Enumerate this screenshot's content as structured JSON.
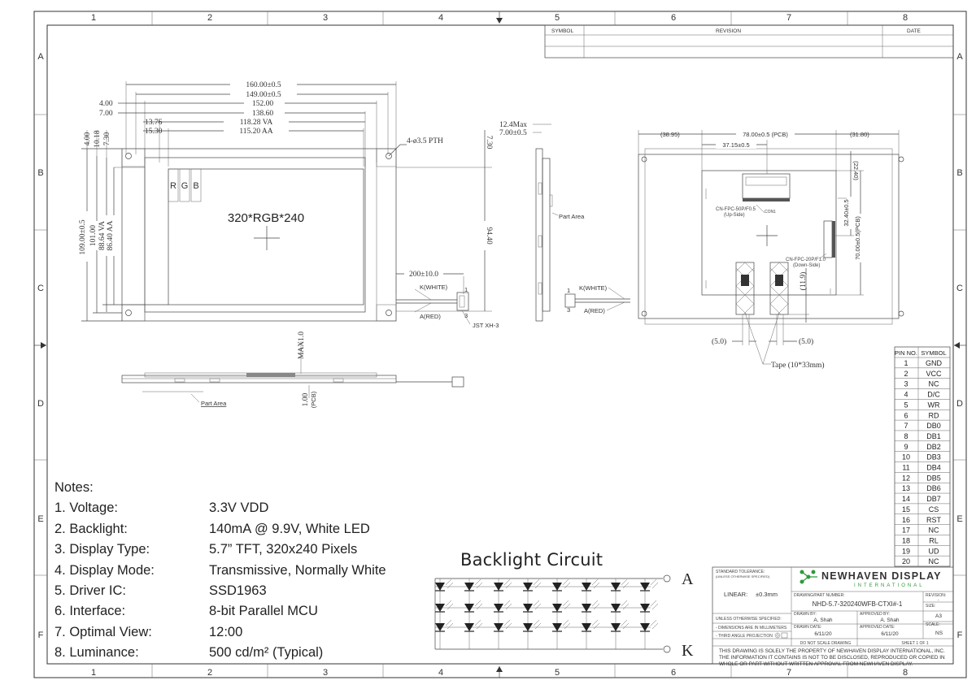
{
  "sheet": {
    "zone_columns": [
      "1",
      "2",
      "3",
      "4",
      "5",
      "6",
      "7",
      "8"
    ],
    "zone_rows": [
      "A",
      "B",
      "C",
      "D",
      "E",
      "F"
    ]
  },
  "revision_table": {
    "col_symbol": "SYMBOL",
    "col_revision": "REVISION",
    "col_date": "DATE"
  },
  "front_view": {
    "dims_top": [
      "160.00±0.5",
      "149.00±0.5",
      "152.00",
      "138.60",
      "118.28 VA",
      "115.20 AA"
    ],
    "dims_left_top": [
      "4.00",
      "7.00",
      "13.76",
      "15.30"
    ],
    "dims_vertical": [
      "109.00±0.5",
      "101.00",
      "88.64 VA",
      "86.40 AA"
    ],
    "dims_vertical_small": [
      "4.00",
      "10.18",
      "7.30"
    ],
    "hole_callout": "4-ø3.5 PTH",
    "rgb_letters": [
      "R",
      "G",
      "B"
    ],
    "center_label": "320*RGB*240",
    "dim_right_top": "7.30",
    "dim_right_height": "94.40",
    "cable_length": "200±10.0",
    "cable_k": "K(WHITE)",
    "cable_a": "A(RED)",
    "pin_1": "1",
    "pin_3": "3",
    "connector": "JST XH-3"
  },
  "bottom_view": {
    "max_height": "MAX1.0",
    "part_area": "Part Area",
    "pcb_thickness": "1.00",
    "pcb_label": "(PCB)"
  },
  "side_view": {
    "dim_thickness": "12.4Max",
    "dim_offset": "7.00±0.5",
    "part_area": "Part Area",
    "cable_k": "K(WHITE)",
    "cable_a": "A(RED)",
    "pin_1": "1",
    "pin_3": "3"
  },
  "rear_view": {
    "dim_left": "(38.95)",
    "dim_pcb_width": "78.00±0.5 (PCB)",
    "dim_right": "(31.80)",
    "dim_offset": "37.15±0.5",
    "dim_top_right": "(22.40)",
    "dim_height_a": "32.40±0.5",
    "dim_pcb_height": "70.00±0.5(PCB)",
    "fpc_top": "CN-FPC-50P/F0.5",
    "fpc_top_side": "(Up-Side)",
    "con1": "CON1",
    "fpc_right": "CN-FPC-20P/F1.0",
    "fpc_right_side": "(Down-Side)",
    "dim_11_9": "(11.9)",
    "dim_5_left": "(5.0)",
    "dim_5_right": "(5.0)",
    "tape": "Tape (10*33mm)"
  },
  "pin_table": {
    "header_no": "PIN NO.",
    "header_symbol": "SYMBOL",
    "rows": [
      {
        "no": "1",
        "sym": "GND"
      },
      {
        "no": "2",
        "sym": "VCC"
      },
      {
        "no": "3",
        "sym": "NC"
      },
      {
        "no": "4",
        "sym": "D/C"
      },
      {
        "no": "5",
        "sym": "WR"
      },
      {
        "no": "6",
        "sym": "RD"
      },
      {
        "no": "7",
        "sym": "DB0"
      },
      {
        "no": "8",
        "sym": "DB1"
      },
      {
        "no": "9",
        "sym": "DB2"
      },
      {
        "no": "10",
        "sym": "DB3"
      },
      {
        "no": "11",
        "sym": "DB4"
      },
      {
        "no": "12",
        "sym": "DB5"
      },
      {
        "no": "13",
        "sym": "DB6"
      },
      {
        "no": "14",
        "sym": "DB7"
      },
      {
        "no": "15",
        "sym": "CS"
      },
      {
        "no": "16",
        "sym": "RST"
      },
      {
        "no": "17",
        "sym": "NC"
      },
      {
        "no": "18",
        "sym": "RL"
      },
      {
        "no": "19",
        "sym": "UD"
      },
      {
        "no": "20",
        "sym": "NC"
      }
    ]
  },
  "notes": {
    "title": "Notes:",
    "items": [
      {
        "label": "1. Voltage:",
        "value": "3.3V VDD"
      },
      {
        "label": "2. Backlight:",
        "value": "140mA @ 9.9V, White LED"
      },
      {
        "label": "3. Display Type:",
        "value": "5.7” TFT, 320x240 Pixels"
      },
      {
        "label": "4. Display Mode:",
        "value": "Transmissive, Normally White"
      },
      {
        "label": "5. Driver IC:",
        "value": "SSD1963"
      },
      {
        "label": "6. Interface:",
        "value": "8-bit Parallel MCU"
      },
      {
        "label": "7. Optimal View:",
        "value": "12:00"
      },
      {
        "label": "8. Luminance:",
        "value": "500 cd/m² (Typical)"
      }
    ]
  },
  "backlight_circuit": {
    "title": "Backlight Circuit",
    "anode": "A",
    "cathode": "K"
  },
  "title_block": {
    "tolerance_title": "STANDARD TOLERANCE:",
    "tolerance_sub": "(UNLESS OTHERWISE SPECIFIED)",
    "linear_label": "LINEAR:",
    "linear_value": "±0.3mm",
    "unless": "UNLESS OTHERWISE SPECIFIED:",
    "dimensions": "- DIMENSIONS ARE IN MILLIMETERS",
    "projection": "- THIRD ANGLE PROJECTION",
    "company": "NEWHAVEN DISPLAY",
    "company_sub": "INTERNATIONAL",
    "part_label": "DRAWING/PART NUMBER:",
    "part_number": "NHD-5.7-320240WFB-CTXI#-1",
    "revision_label": "REVISION:",
    "revision_value": "-",
    "size_label": "SIZE:",
    "size_value": "A3",
    "drawn_by_label": "DRAWN BY:",
    "drawn_by": "A. Shah",
    "approved_by_label": "APPROVED BY:",
    "approved_by": "A. Shah",
    "drawn_date_label": "DRAWN DATE:",
    "drawn_date": "6/11/20",
    "approved_date_label": "APPROVED DATE:",
    "approved_date": "6/11/20",
    "scale_label": "SCALE:",
    "scale_value": "NS",
    "do_not_scale": "DO NOT SCALE DRAWING",
    "sheet": "SHEET 1 OF 1",
    "disclaimer_1": "THIS DRAWING IS SOLELY THE PROPERTY OF NEWHAVEN DISPLAY INTERNATIONAL, INC.",
    "disclaimer_2": "THE INFORMATION IT CONTAINS IS NOT TO BE DISCLOSED, REPRODUCED OR COPIED IN",
    "disclaimer_3": "WHOLE OR PART WITHOUT WRITTEN APPROVAL FROM NEWHAVEN DISPLAY."
  },
  "colors": {
    "logo_green": "#2e9a3a",
    "logo_text": "#333333"
  }
}
